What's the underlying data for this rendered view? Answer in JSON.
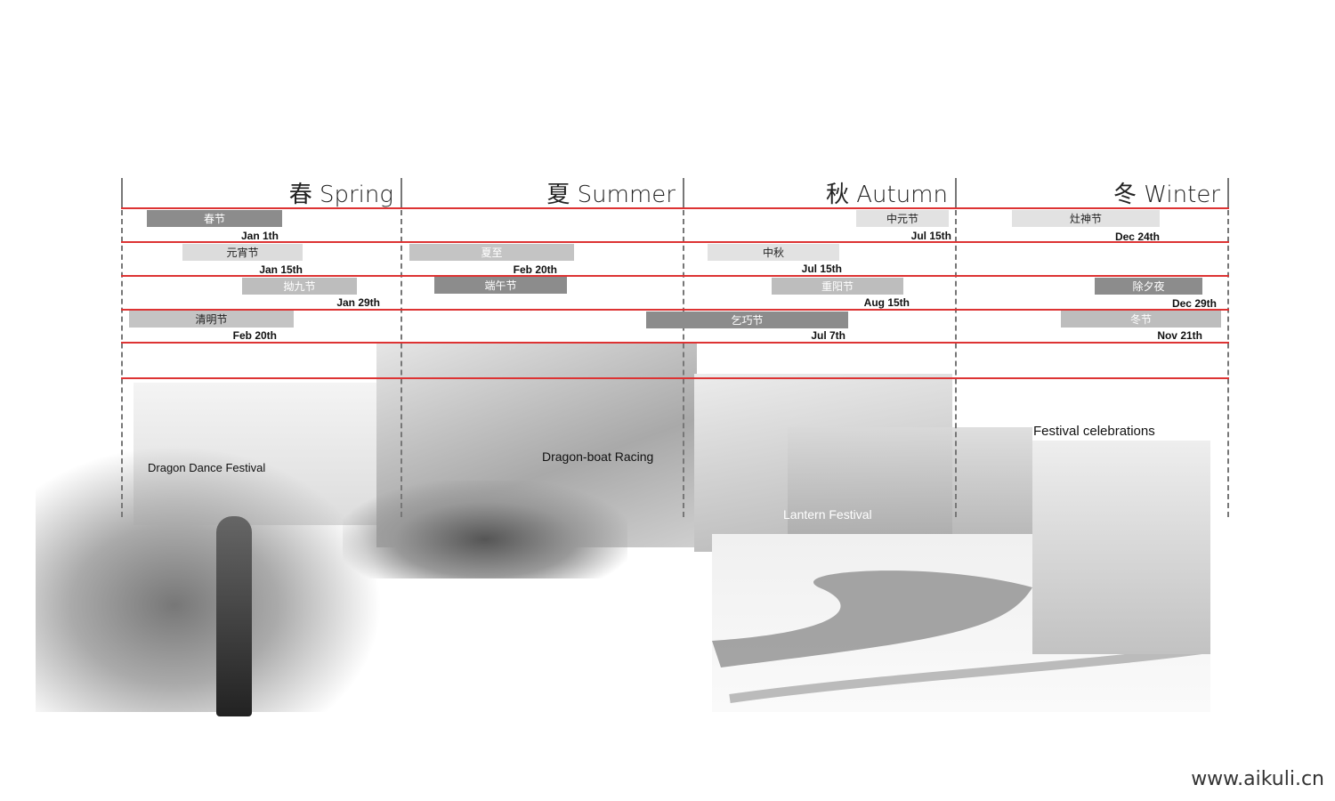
{
  "seasons": [
    {
      "label": "春 Spring"
    },
    {
      "label": "夏 Summer"
    },
    {
      "label": "秋 Autumn"
    },
    {
      "label": "冬 Winter"
    }
  ],
  "festivals": [
    {
      "name": "春节",
      "date": "Jan 1th",
      "shade": "#8c8c8c",
      "text_color": "#ffffff"
    },
    {
      "name": "元宵节",
      "date": "Jan 15th",
      "shade": "#dcdcdc",
      "text_color": "#222222"
    },
    {
      "name": "拗九节",
      "date": "Jan 29th",
      "shade": "#bdbdbd",
      "text_color": "#ffffff"
    },
    {
      "name": "清明节",
      "date": "Feb 20th",
      "shade": "#c4c4c4",
      "text_color": "#222222"
    },
    {
      "name": "夏至",
      "date": "Feb 20th",
      "shade": "#c4c4c4",
      "text_color": "#ffffff"
    },
    {
      "name": "端午节",
      "date": "",
      "shade": "#8c8c8c",
      "text_color": "#ffffff"
    },
    {
      "name": "乞巧节",
      "date": "Jul 7th",
      "shade": "#8c8c8c",
      "text_color": "#ffffff"
    },
    {
      "name": "中元节",
      "date": "Jul 15th",
      "shade": "#e2e2e2",
      "text_color": "#222222"
    },
    {
      "name": "中秋",
      "date": "Jul 15th",
      "shade": "#e2e2e2",
      "text_color": "#222222"
    },
    {
      "name": "重阳节",
      "date": "Aug 15th",
      "shade": "#bdbdbd",
      "text_color": "#ffffff"
    },
    {
      "name": "灶神节",
      "date": "Dec 24th",
      "shade": "#e2e2e2",
      "text_color": "#222222"
    },
    {
      "name": "除夕夜",
      "date": "Dec 29th",
      "shade": "#8c8c8c",
      "text_color": "#ffffff"
    },
    {
      "name": "冬节",
      "date": "Nov 21th",
      "shade": "#bdbdbd",
      "text_color": "#ffffff"
    }
  ],
  "captions": {
    "dragon_dance": "Dragon Dance Festival",
    "dragon_boat": "Dragon-boat Racing",
    "lantern": "Lantern Festival",
    "celebrations": "Festival celebrations"
  },
  "watermark": "www.aikuli.cn",
  "colors": {
    "grid_red": "#dd3333"
  }
}
